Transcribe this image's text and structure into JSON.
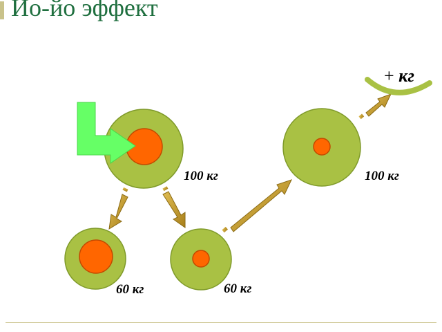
{
  "title": "Ио-йо эффект",
  "labels": {
    "top_left_weight": "100 кг",
    "bottom_left_weight": "60 кг",
    "bottom_middle_weight": "60 кг",
    "top_right_weight": "100 кг",
    "plus_sign": "+",
    "plus_unit": "кг"
  },
  "colors": {
    "title": "#1f6f3f",
    "cell_outer": "#a9c144",
    "cell_inner": "#ff6600",
    "arrow": "#c09a2a",
    "green_arrow": "#66ff66",
    "accent_rule": "#c9c28a"
  }
}
